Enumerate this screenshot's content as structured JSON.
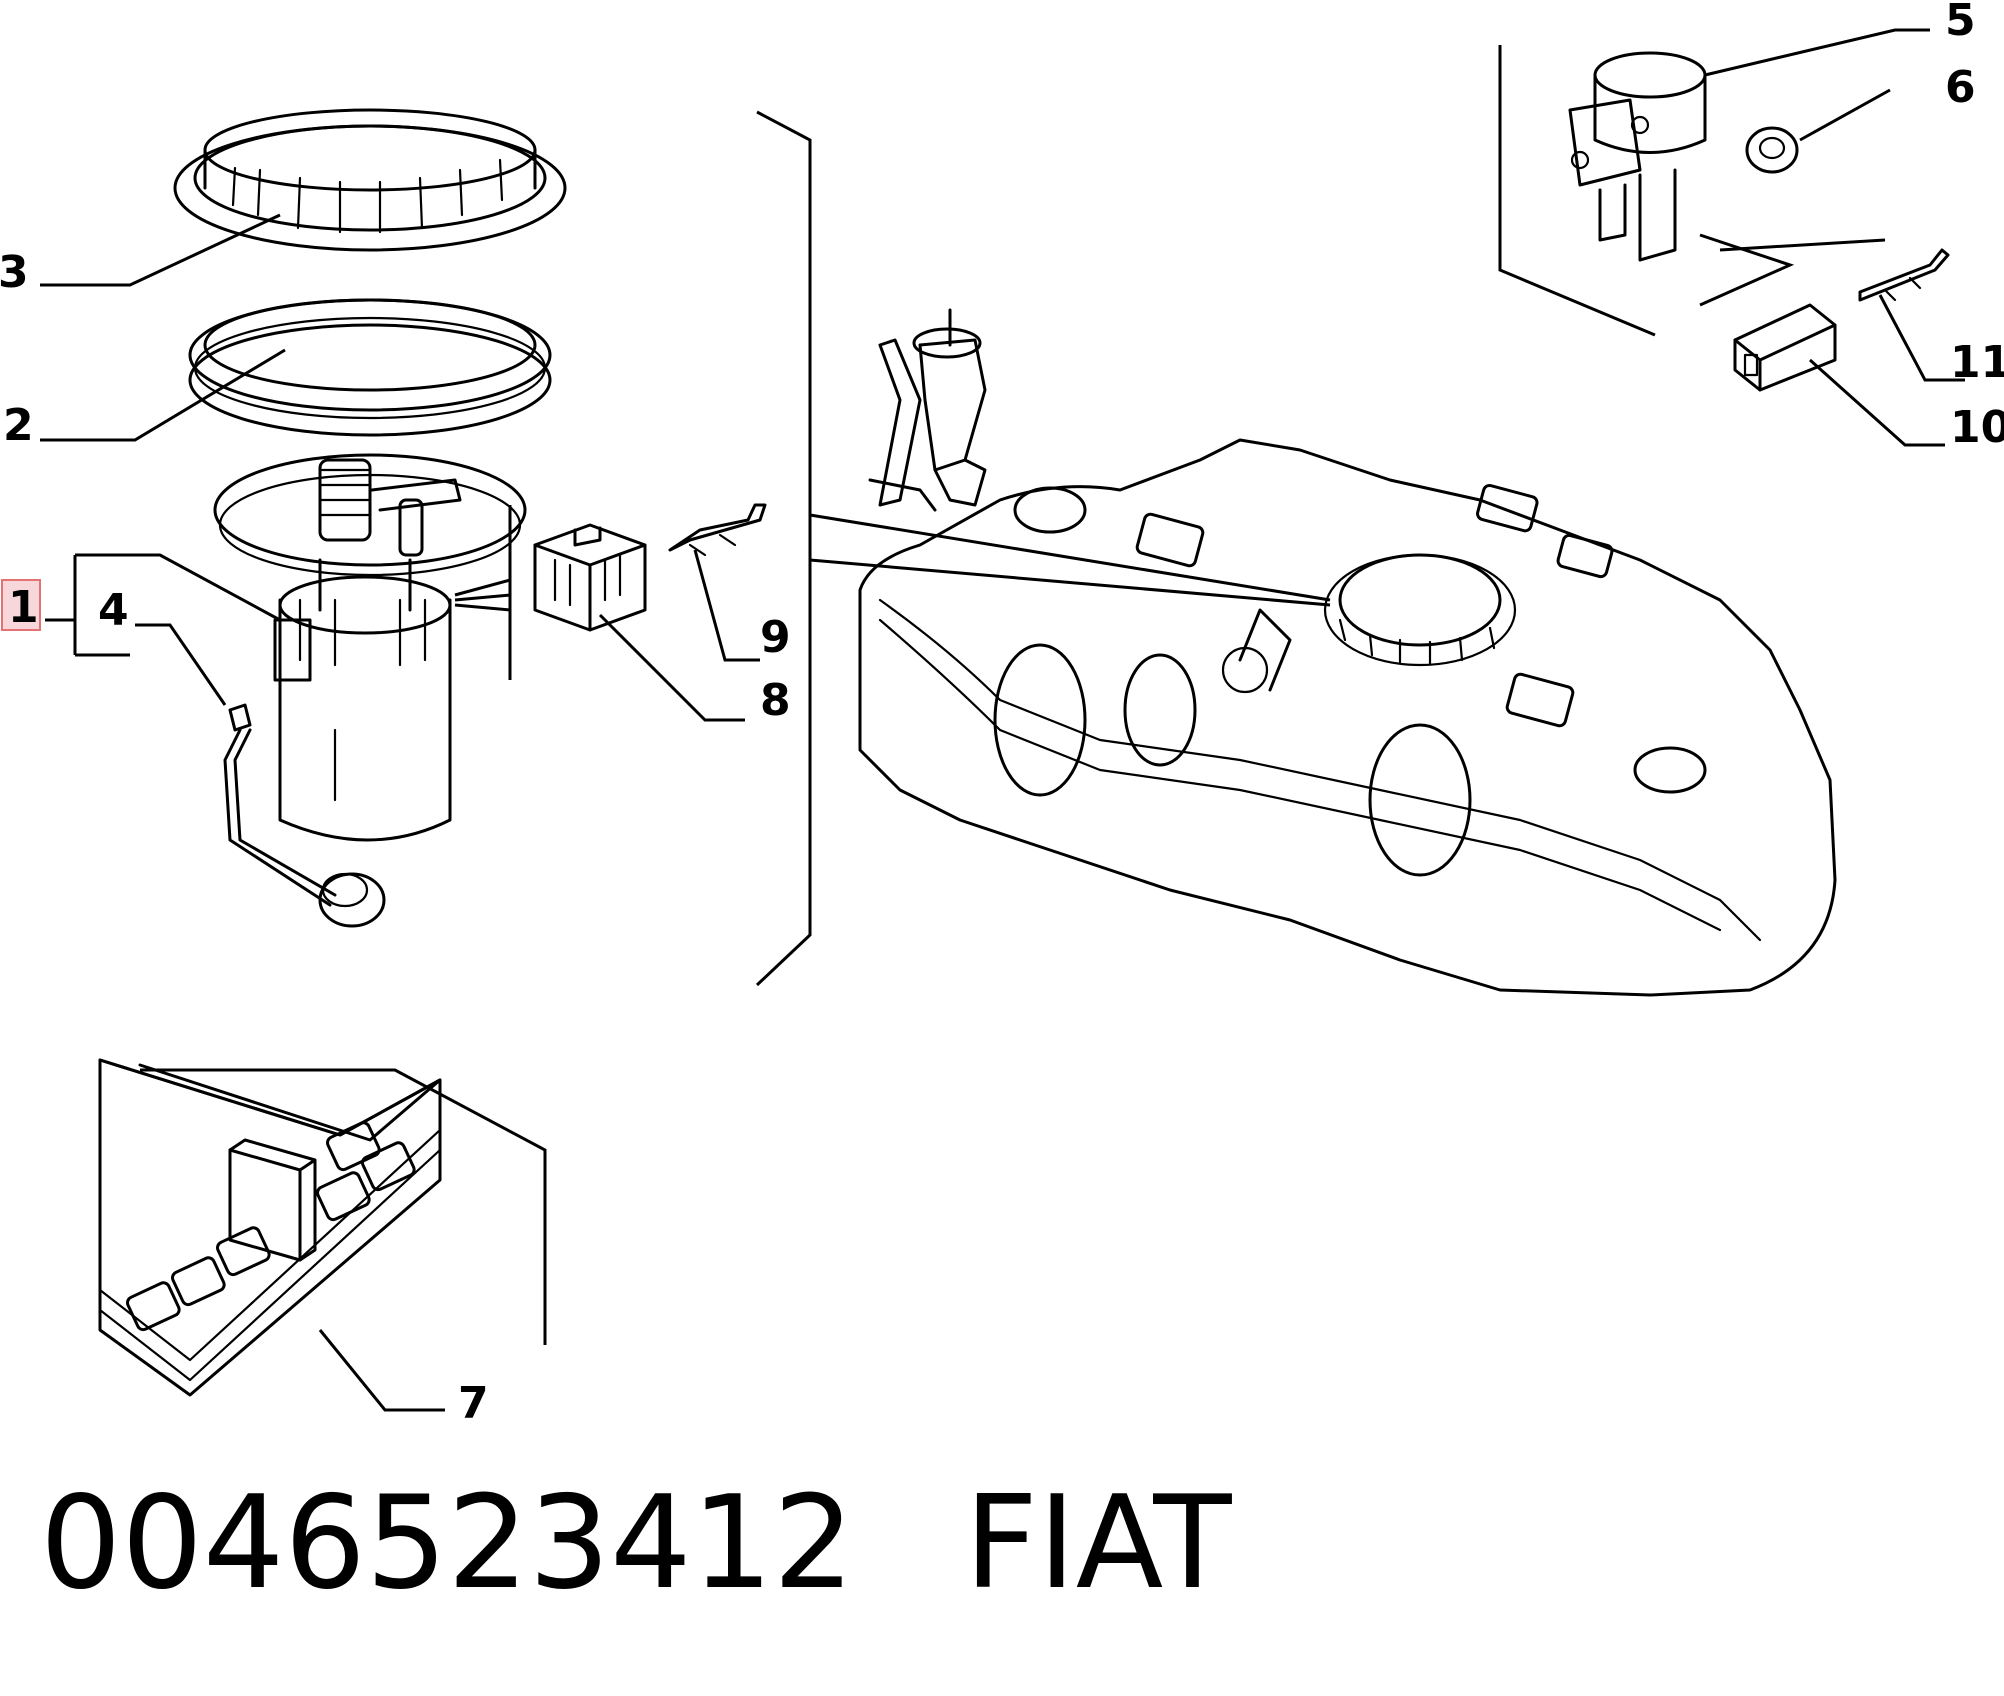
{
  "callouts": {
    "c1": "1",
    "c2": "2",
    "c3": "3",
    "c4": "4",
    "c5": "5",
    "c6": "6",
    "c7": "7",
    "c8": "8",
    "c9": "9",
    "c10": "10",
    "c11": "11"
  },
  "footer": {
    "part_number": "0046523412",
    "brand": "FIAT"
  },
  "colors": {
    "line": "#000000",
    "highlight_box": "#f8d7da",
    "highlight_border": "#e57373",
    "background": "#ffffff"
  }
}
